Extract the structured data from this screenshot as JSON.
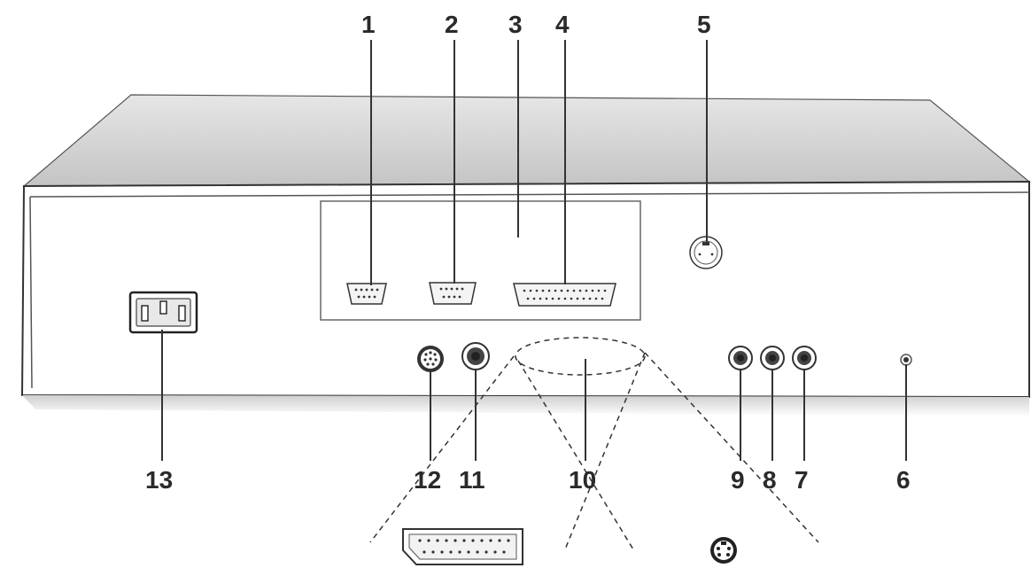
{
  "callouts": [
    {
      "id": "1",
      "label": "1"
    },
    {
      "id": "2",
      "label": "2"
    },
    {
      "id": "3",
      "label": "3"
    },
    {
      "id": "4",
      "label": "4"
    },
    {
      "id": "5",
      "label": "5"
    },
    {
      "id": "6",
      "label": "6"
    },
    {
      "id": "7",
      "label": "7"
    },
    {
      "id": "8",
      "label": "8"
    },
    {
      "id": "9",
      "label": "9"
    },
    {
      "id": "10",
      "label": "10"
    },
    {
      "id": "11",
      "label": "11"
    },
    {
      "id": "12",
      "label": "12"
    },
    {
      "id": "13",
      "label": "13"
    }
  ],
  "colors": {
    "ink": "#2a2a2a",
    "top_shade": "#cfcfcf",
    "panel": "#ffffff"
  }
}
